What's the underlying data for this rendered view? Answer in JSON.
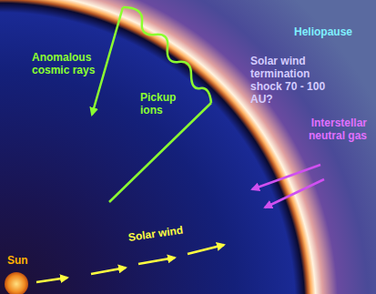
{
  "diagram": {
    "labels": [
      "Heliopause",
      "Anomalous cosmic rays",
      "Solar wind termination shock 70 - 100 AU?",
      "Pickup ions",
      "Interstellar neutral gas",
      "Solar wind",
      "Sun"
    ]
  }
}
